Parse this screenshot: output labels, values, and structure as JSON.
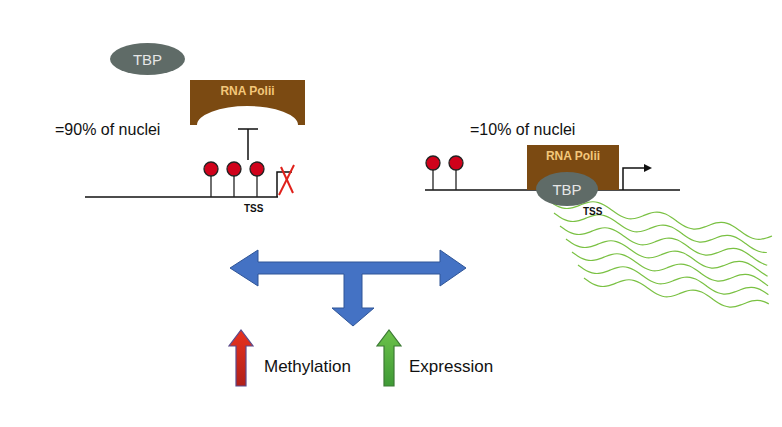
{
  "diagram": {
    "nodes": [
      {
        "text": [
          "TBP"
        ]
      },
      {
        "text": [
          "RNA Polii"
        ]
      },
      {
        "text": [
          "RNA Polii"
        ]
      },
      {
        "text": [
          "TBP"
        ]
      }
    ],
    "labels": [
      "=90% of nuclei",
      "TSS",
      "=10% of nuclei",
      "TSS",
      "Methylation",
      "Expression"
    ]
  }
}
